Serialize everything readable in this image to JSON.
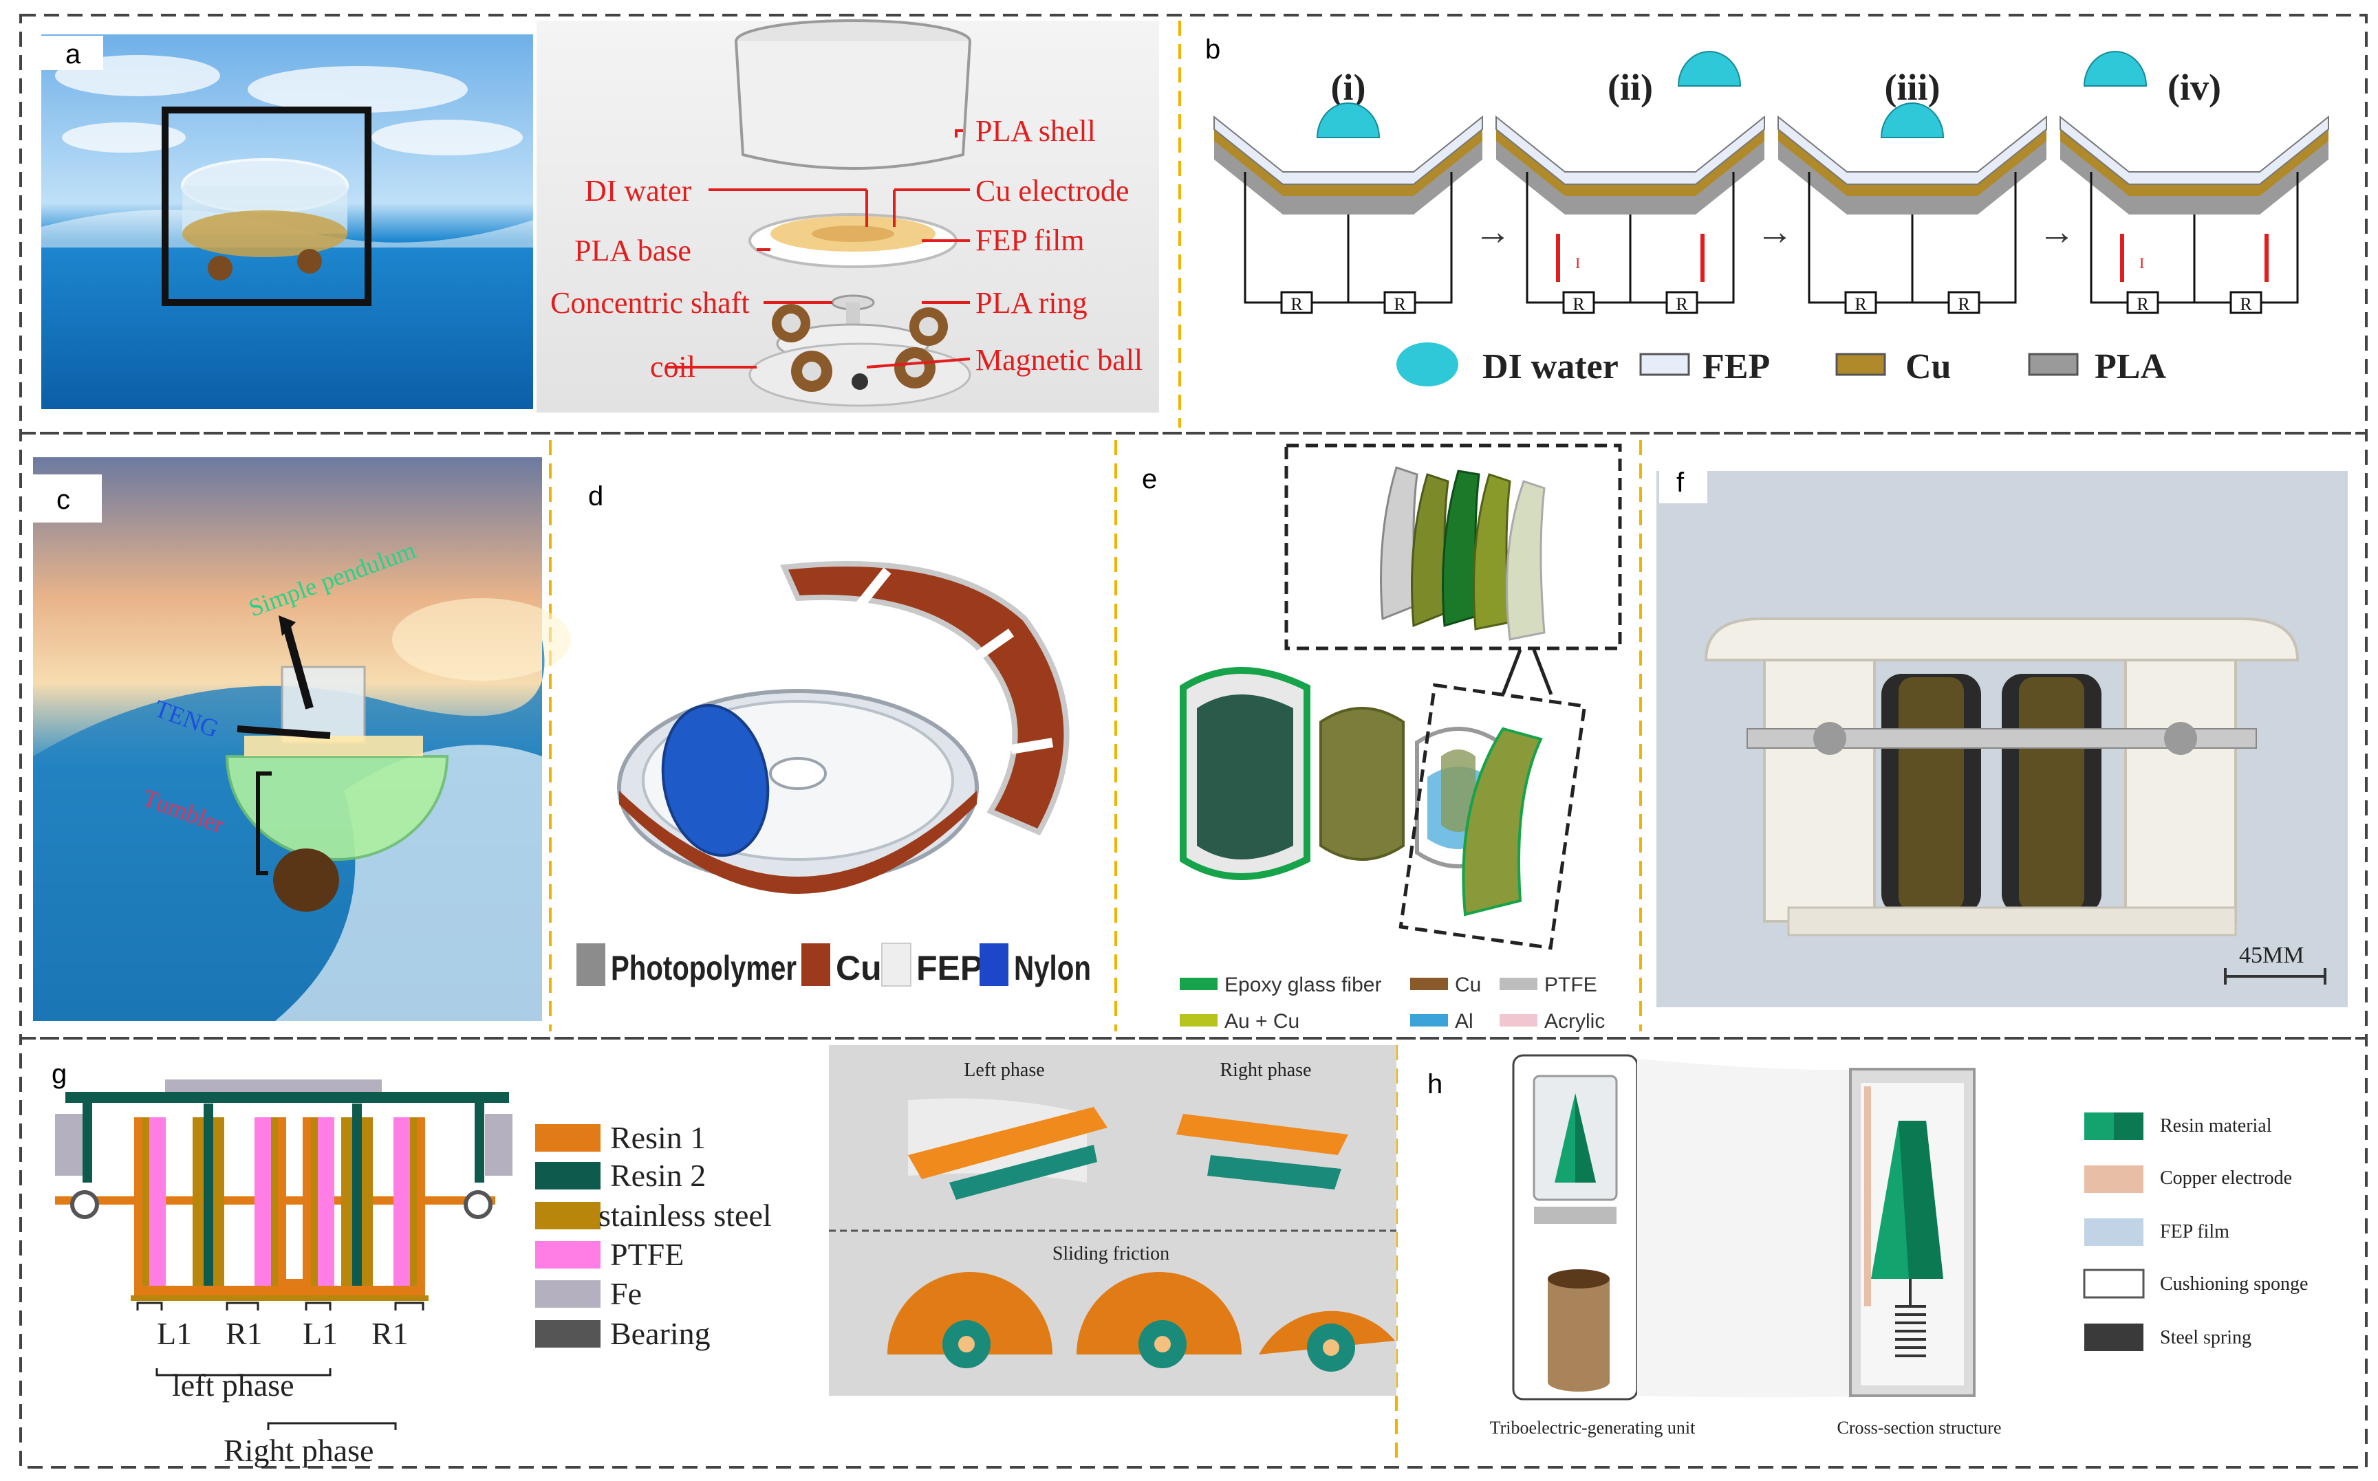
{
  "panels": {
    "a": {
      "letter": "a",
      "labels": [
        "PLA shell",
        "DI water",
        "Cu electrode",
        "PLA base",
        "FEP film",
        "Concentric shaft",
        "PLA ring",
        "coil",
        "Magnetic ball"
      ]
    },
    "b": {
      "letter": "b",
      "stages": [
        "(i)",
        "(ii)",
        "(iii)",
        "(iv)"
      ],
      "resistor": "R",
      "current": "I",
      "arrow": "→",
      "legend": [
        "DI water",
        "FEP",
        "Cu",
        "PLA"
      ],
      "colors": {
        "water": "#2ec8d8",
        "fep": "#e6ecf8",
        "cu": "#b08a2a",
        "pla": "#9a9a9a"
      }
    },
    "c": {
      "letter": "c",
      "labels": {
        "pendulum": "Simple pendulum",
        "tenc": "TENG",
        "tumbler": "Tumbler"
      }
    },
    "d": {
      "letter": "d",
      "legend": [
        "Photopolymer",
        "Cu",
        "FEP",
        "Nylon"
      ],
      "colors": {
        "photopolymer": "#8c8c8c",
        "cu": "#9c3a1c",
        "fep": "#eeeeee",
        "nylon": "#1e46c8"
      }
    },
    "e": {
      "letter": "e",
      "legend": [
        "Epoxy glass fiber",
        "Cu",
        "PTFE",
        "Au + Cu",
        "Al",
        "Acrylic"
      ],
      "colors": {
        "epoxy": "#16a34a",
        "cu": "#8b5a2b",
        "ptfe": "#bdbdbd",
        "aucu": "#b8c41e",
        "al": "#3ba3d8",
        "acrylic": "#f2c6d0"
      }
    },
    "f": {
      "letter": "f",
      "scale": "45MM"
    },
    "g": {
      "letter": "g",
      "legend": [
        "Resin 1",
        "Resin 2",
        "stainless steel",
        "PTFE",
        "Fe",
        "Bearing"
      ],
      "colors": {
        "resin1": "#e07b16",
        "resin2": "#0e5a4c",
        "steel": "#b8860b",
        "ptfe": "#ff7ee6",
        "fe": "#b5b0c0",
        "bearing": "#555555"
      },
      "bottom_labels": [
        "L1",
        "R1",
        "L1",
        "R1"
      ],
      "left_phase": "left phase",
      "right_phase": "Right phase",
      "render": {
        "left_phase": "Left phase",
        "right_phase": "Right phase",
        "sliding": "Sliding friction"
      }
    },
    "h": {
      "letter": "h",
      "legend": [
        "Resin material",
        "Copper electrode",
        "FEP film",
        "Cushioning sponge",
        "Steel spring"
      ],
      "colors": {
        "resin": "#12a36e",
        "copper": "#e8bfa6",
        "fep": "#c0d4e6",
        "sponge": "#ffffff",
        "spring": "#3a3a3a"
      },
      "captions": [
        "Triboelectric-generating unit",
        "Cross-section structure"
      ]
    }
  }
}
